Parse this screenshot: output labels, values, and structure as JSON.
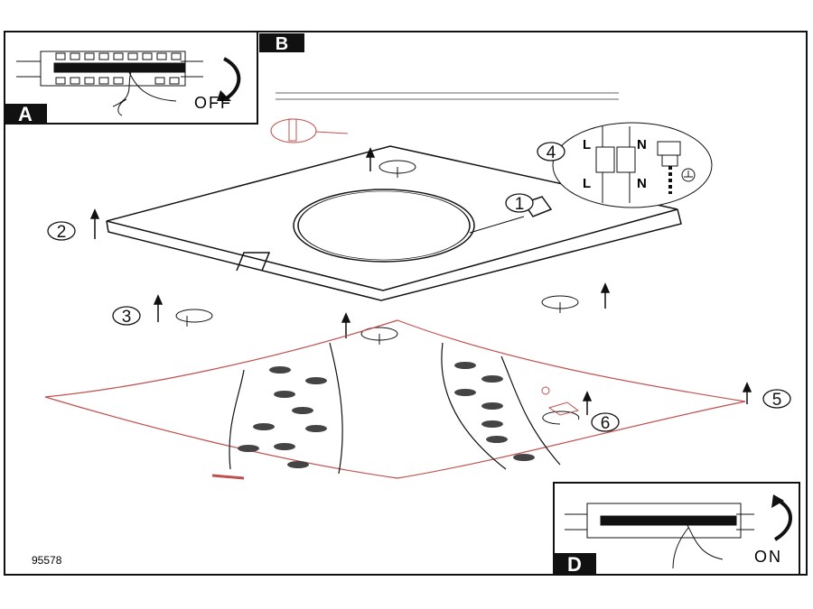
{
  "diagram": {
    "panel_a": {
      "letter": "A",
      "action": "OFF"
    },
    "panel_b": {
      "letter": "B"
    },
    "panel_d": {
      "letter": "D",
      "action": "ON"
    },
    "steps": [
      "1",
      "2",
      "3",
      "4",
      "5",
      "6"
    ],
    "wiring": {
      "live_top": "L",
      "neutral_top": "N",
      "live_bottom": "L",
      "neutral_bottom": "N"
    },
    "article_number": "95578",
    "colors": {
      "line": "#111111",
      "accent": "#c0504d"
    }
  }
}
